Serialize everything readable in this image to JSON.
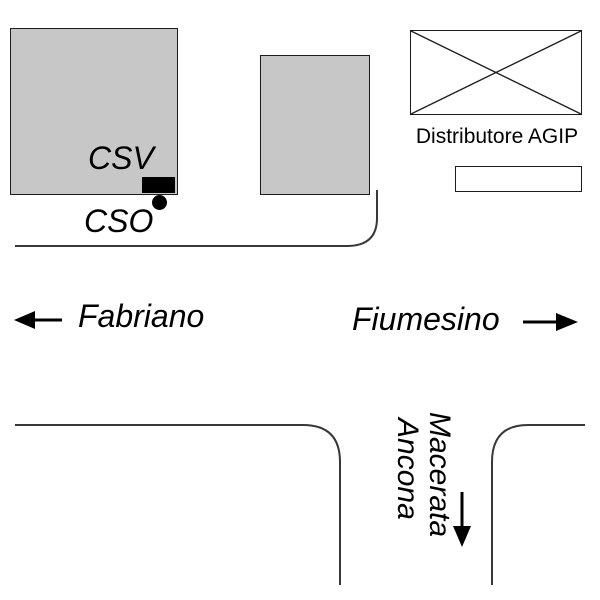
{
  "map": {
    "labels": {
      "csv": "CSV",
      "cso": "CSO",
      "distributore": "Distributore AGIP",
      "west_direction": "Fabriano",
      "east_direction": "Fiumesino",
      "south_direction_line1": "Ancona",
      "south_direction_line2": "Macerata"
    },
    "colors": {
      "background": "#ffffff",
      "building_fill": "#c7c7c7",
      "outline": "#1c1c1c",
      "road_line": "#383838",
      "marker": "#000000"
    }
  }
}
